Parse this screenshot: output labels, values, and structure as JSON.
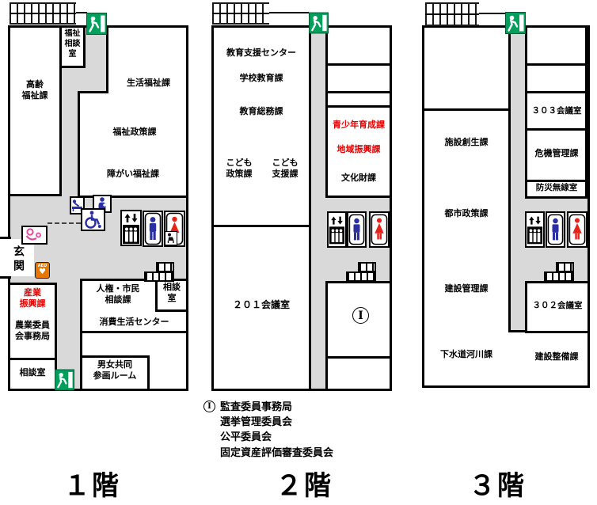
{
  "colors": {
    "red": "#e60000",
    "green": "#00a05c",
    "blue": "#2a2fa2",
    "wred": "#e5231b",
    "pink": "#e7489f",
    "orange": "#e87700",
    "gray": "#d9d9d9"
  },
  "floor1": {
    "label": "１階",
    "aed_label": "AED",
    "aed_heart": "♥",
    "rooms": {
      "fukushi_sodanshitsu": "福祉\n相談\n室",
      "korei_fukushika": "高齢\n福祉課",
      "seikatsu_fukushika": "生活福祉課",
      "fukushi_seisakuka": "福祉政策課",
      "shogai_fukushika": "障がい福祉課",
      "genkan": "玄関",
      "sangyo_shinkoka": "産業\n振興課",
      "nogyo_iinkai_jimukyoku": "農業委員\n会事務局",
      "sodanshitsu_left": "相談室",
      "jinken_shimin_sodanka": "人権・市民\n相談課",
      "sodanshitsu_right": "相談\n室",
      "shohi_seikatsu_center": "消費生活センター",
      "danjo_kyodo_sankaku_room": "男女共同\n参画ルーム"
    }
  },
  "floor2": {
    "label": "２階",
    "rooms": {
      "kyoiku_shien_center": "教育支援センター",
      "gakko_kyoikuka": "学校教育課",
      "kyoiku_somuka": "教育総務課",
      "kodomo_seisakuka": "こども\n政策課",
      "kodomo_shienka": "こども\n支援課",
      "seishonen_ikuseika": "青少年育成課",
      "chiiki_shinkoka": "地域振興課",
      "bunkazaika": "文化財課",
      "kaigishitsu_201": "２０１会議室",
      "marked_symbol": "I"
    },
    "legend": {
      "symbol": "I",
      "lines": [
        "監査委員事務局",
        "選挙管理委員会",
        "公平委員会",
        "固定資産評価審査委員会"
      ]
    }
  },
  "floor3": {
    "label": "３階",
    "rooms": {
      "shisetsu_soseika": "施設創生課",
      "toshi_seisakuka": "都市政策課",
      "kensetsu_kanrika": "建設管理課",
      "gesuido_kasenka": "下水道河川課",
      "kensetsu_seibika": "建設整備課",
      "kaigishitsu_303": "３０３会議室",
      "kiki_kanrika": "危機管理課",
      "bosai_musenshitsu": "防災無線室",
      "kaigishitsu_302": "３０２会議室"
    }
  }
}
